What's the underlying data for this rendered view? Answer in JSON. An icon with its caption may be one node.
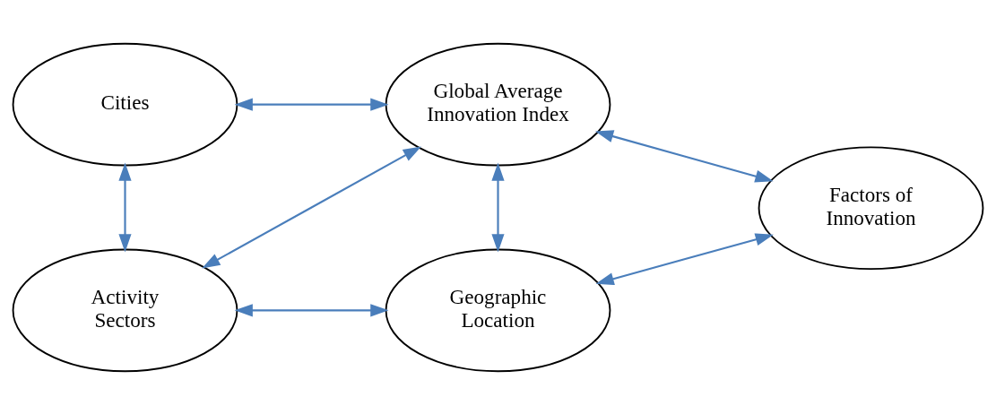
{
  "diagram": {
    "nodes": [
      {
        "text": [
          "Cities"
        ]
      },
      {
        "text": [
          "Global Average Innovation Index"
        ]
      },
      {
        "text": [
          "Factors of Innovation"
        ]
      },
      {
        "text": [
          "Activity Sectors"
        ]
      },
      {
        "text": [
          "Geographic Location"
        ]
      }
    ],
    "edges": [
      {
        "from": 0,
        "to": 1,
        "arrow": "both"
      },
      {
        "from": 0,
        "to": 3,
        "arrow": "both"
      },
      {
        "from": 3,
        "to": 1,
        "arrow": "both"
      },
      {
        "from": 1,
        "to": 4,
        "arrow": "both"
      },
      {
        "from": 1,
        "to": 2,
        "arrow": "both"
      },
      {
        "from": 3,
        "to": 4,
        "arrow": "both"
      },
      {
        "from": 4,
        "to": 2,
        "arrow": "both"
      }
    ]
  }
}
